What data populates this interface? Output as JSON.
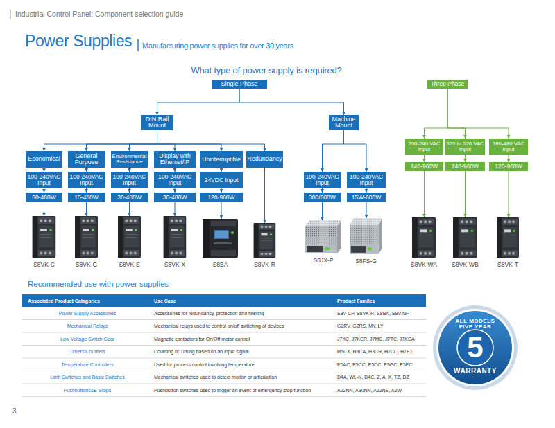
{
  "diagram": {
    "title": "Power Supplies",
    "nodes": [
      {
        "text": [
          "Single Phase"
        ]
      },
      {
        "text": [
          "Three Phase"
        ]
      },
      {
        "text": [
          "DIN Rail Mount"
        ]
      },
      {
        "text": [
          "Machine Mount"
        ]
      },
      {
        "text": [
          "Economical"
        ]
      },
      {
        "text": [
          "General Purpose"
        ]
      },
      {
        "text": [
          "Environmental Resistance"
        ]
      },
      {
        "text": [
          "Display with Ethernet/IP"
        ]
      },
      {
        "text": [
          "Uninterruptible"
        ]
      },
      {
        "text": [
          "Redundancy"
        ]
      },
      {
        "text": [
          "100-240VAC Input"
        ]
      },
      {
        "text": [
          "100-240VAC Input"
        ]
      },
      {
        "text": [
          "100-240VAC Input"
        ]
      },
      {
        "text": [
          "100-240VAC Input"
        ]
      },
      {
        "text": [
          "24VDC Input"
        ]
      },
      {
        "text": [
          "100-240VAC Input"
        ]
      },
      {
        "text": [
          "100-240VAC Input"
        ]
      },
      {
        "text": [
          "200-240 VAC Input"
        ]
      },
      {
        "text": [
          "320 to 576 VAC Input"
        ]
      },
      {
        "text": [
          "380-480 VAC Input"
        ]
      },
      {
        "text": [
          "60-480W"
        ]
      },
      {
        "text": [
          "15-480W"
        ]
      },
      {
        "text": [
          "30-480W"
        ]
      },
      {
        "text": [
          "30-480W"
        ]
      },
      {
        "text": [
          "120-960W"
        ]
      },
      {
        "text": [
          "300/600W"
        ]
      },
      {
        "text": [
          "15W-600W"
        ]
      },
      {
        "text": [
          "240-960W"
        ]
      },
      {
        "text": [
          "240-960W"
        ]
      },
      {
        "text": [
          "120-960W"
        ]
      },
      {
        "text": [
          "S8VK-C"
        ]
      },
      {
        "text": [
          "S8VK-G"
        ]
      },
      {
        "text": [
          "S8VK-S"
        ]
      },
      {
        "text": [
          "S8VK-X"
        ]
      },
      {
        "text": [
          "S8BA"
        ]
      },
      {
        "text": [
          "S8VK-R"
        ]
      },
      {
        "text": [
          "S8JX-P"
        ]
      },
      {
        "text": [
          "S8FS-G"
        ]
      },
      {
        "text": [
          "S8VK-WA"
        ]
      },
      {
        "text": [
          "S8VK-WB"
        ]
      },
      {
        "text": [
          "S8VK-T"
        ]
      },
      {
        "text": [
          "ALL MODELS FIVE YEAR",
          "5",
          "WARRANTY"
        ]
      }
    ],
    "edges": [
      {
        "from": 0,
        "to": 2,
        "arrow": "to"
      },
      {
        "from": 0,
        "to": 3,
        "arrow": "to"
      },
      {
        "from": 1,
        "to": 17,
        "arrow": "to"
      },
      {
        "from": 1,
        "to": 18,
        "arrow": "to"
      },
      {
        "from": 1,
        "to": 19,
        "arrow": "to"
      },
      {
        "from": 2,
        "to": 4,
        "arrow": "to"
      },
      {
        "from": 2,
        "to": 5,
        "arrow": "to"
      },
      {
        "from": 2,
        "to": 6,
        "arrow": "to"
      },
      {
        "from": 2,
        "to": 7,
        "arrow": "to"
      },
      {
        "from": 2,
        "to": 8,
        "arrow": "to"
      },
      {
        "from": 2,
        "to": 9,
        "arrow": "to"
      },
      {
        "from": 3,
        "to": 15,
        "arrow": "to"
      },
      {
        "from": 3,
        "to": 16,
        "arrow": "to"
      },
      {
        "from": 4,
        "to": 10,
        "arrow": "to"
      },
      {
        "from": 5,
        "to": 11,
        "arrow": "to"
      },
      {
        "from": 6,
        "to": 12,
        "arrow": "to"
      },
      {
        "from": 7,
        "to": 13,
        "arrow": "to"
      },
      {
        "from": 8,
        "to": 14,
        "arrow": "to"
      },
      {
        "from": 17,
        "to": 27,
        "arrow": "to"
      },
      {
        "from": 18,
        "to": 28,
        "arrow": "to"
      },
      {
        "from": 19,
        "to": 29,
        "arrow": "to"
      },
      {
        "from": 10,
        "to": 20,
        "arrow": "to"
      },
      {
        "from": 11,
        "to": 21,
        "arrow": "to"
      },
      {
        "from": 12,
        "to": 22,
        "arrow": "to"
      },
      {
        "from": 13,
        "to": 23,
        "arrow": "to"
      },
      {
        "from": 14,
        "to": 24,
        "arrow": "to"
      },
      {
        "from": 15,
        "to": 25,
        "arrow": "to"
      },
      {
        "from": 16,
        "to": 26,
        "arrow": "to"
      },
      {
        "from": 20,
        "to": 30,
        "arrow": "to"
      },
      {
        "from": 21,
        "to": 31,
        "arrow": "to"
      },
      {
        "from": 22,
        "to": 32,
        "arrow": "to"
      },
      {
        "from": 23,
        "to": 33,
        "arrow": "to"
      },
      {
        "from": 24,
        "to": 34,
        "arrow": "to"
      },
      {
        "from": 9,
        "to": 35,
        "arrow": "to"
      },
      {
        "from": 25,
        "to": 36,
        "arrow": "to"
      },
      {
        "from": 26,
        "to": 37,
        "arrow": "to"
      },
      {
        "from": 27,
        "to": 38,
        "arrow": "to"
      },
      {
        "from": 28,
        "to": 39,
        "arrow": "to"
      },
      {
        "from": 29,
        "to": 40,
        "arrow": "to"
      }
    ],
    "labels": [
      "Industrial Control Panel: Component selection guide",
      "Manufacturing power supplies for over 30 years",
      "What type of power supply is required?",
      "Recommended use with power supplies",
      "Associated Product Catagories",
      "Use Case",
      "Product Familes",
      "Power Supply Accessories",
      "Accessories for redundancy, protection and filtering",
      "S8V-CP, S8VK-R, S8BA, S8V-NF",
      "Mechanical Relays",
      "Mechanical relays used to control on/off switching of devices",
      "G2RV, G2RS, MY, LY",
      "Low Voltage Switch Gear",
      "Magnetic contactors for On/Off motor control",
      "J7KC, J7KCR, J7MC, J7TC, J7KCA",
      "Timers/Counters",
      "Counting or Timing based on an input signal",
      "H5CX, H3CA, H3CR, H7CC, H7ET",
      "Temperature Controllers",
      "Used for process control involving temperature",
      "E5AC, E5CC, E5DC, E5GC, E5EC",
      "Limit Switches and Basic Switches",
      "Mechanical switches used to detect motion or articulation",
      "D4A, WL-N, D4C, Z, A, X, TZ, DZ",
      "Pushbuttons&E-Stops",
      "Pushbutton switches used to trigger an event or emergency stop function",
      "A22NN, A30NN, A22NE, A2W",
      "3"
    ]
  }
}
